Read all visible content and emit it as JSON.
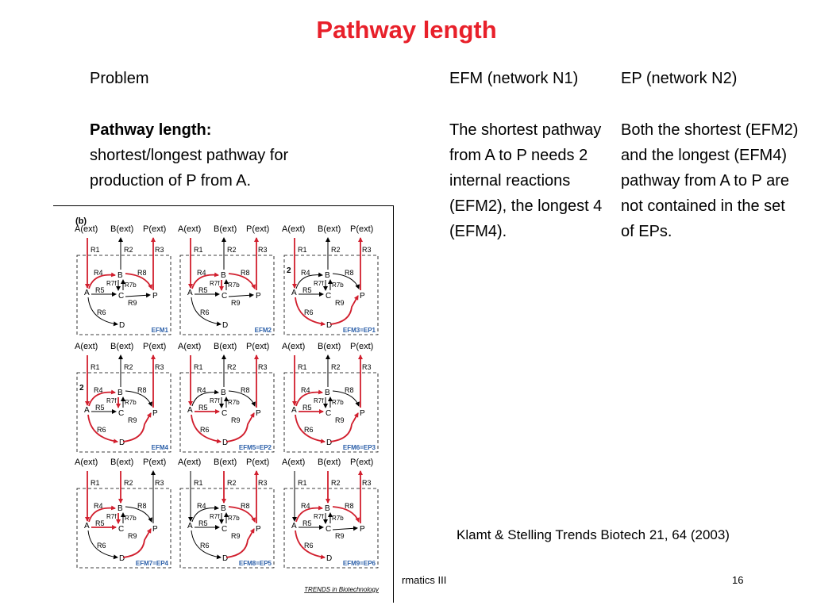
{
  "title": "Pathway length",
  "columns": {
    "problem": {
      "header": "Problem",
      "heading": "Pathway length:",
      "body": "shortest/longest pathway for production of P from A."
    },
    "efm": {
      "header": "EFM (network N1)",
      "body": "The shortest pathway from A to P needs 2 internal reactions (EFM2), the longest 4 (EFM4)."
    },
    "ep": {
      "header": "EP (network N2)",
      "body": "Both the shortest (EFM2) and the longest (EFM4) pathway from A to P are not contained in the set of EPs."
    }
  },
  "figure": {
    "panel_label": "(b)",
    "source": "TRENDS in Biotechnology",
    "node_labels": [
      "A(ext)",
      "B(ext)",
      "P(ext)",
      "A",
      "B",
      "C",
      "D",
      "P"
    ],
    "reaction_labels": [
      "R1",
      "R2",
      "R3",
      "R4",
      "R5",
      "R6",
      "R7f",
      "R7b",
      "R8",
      "R9"
    ],
    "modes": [
      {
        "label": "EFM1",
        "marker": ""
      },
      {
        "label": "EFM2",
        "marker": ""
      },
      {
        "label": "EFM3=EP1",
        "marker": "2"
      },
      {
        "label": "EFM4",
        "marker": "2"
      },
      {
        "label": "EFM5=EP2",
        "marker": ""
      },
      {
        "label": "EFM6=EP3",
        "marker": ""
      },
      {
        "label": "EFM7=EP4",
        "marker": ""
      },
      {
        "label": "EFM8=EP5",
        "marker": ""
      },
      {
        "label": "EFM9=EP6",
        "marker": ""
      }
    ],
    "colors": {
      "active": "#d11f2e",
      "inactive": "#000000",
      "mode_label": "#2a5ea8"
    }
  },
  "citation": "Klamt & Stelling Trends Biotech 21, 64 (2003)",
  "footer": {
    "course": "rmatics III",
    "page": "16"
  }
}
